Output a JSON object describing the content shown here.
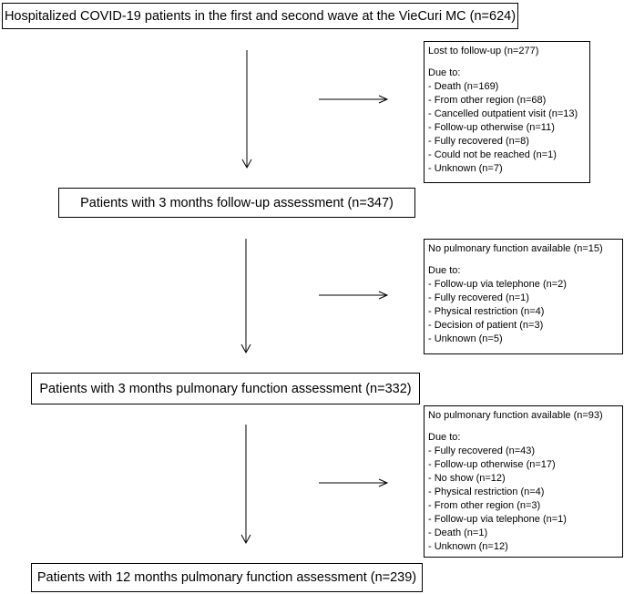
{
  "main_boxes": [
    {
      "text": "Hospitalized COVID-19 patients in the first and second wave at the VieCuri MC (n=624)"
    },
    {
      "text": "Patients with 3 months follow-up assessment (n=347)"
    },
    {
      "text": "Patients with 3 months pulmonary function assessment (n=332)"
    },
    {
      "text": "Patients with 12 months pulmonary function assessment (n=239)"
    }
  ],
  "side_boxes": [
    {
      "title": "Lost to follow-up (n=277)",
      "due_label": "Due to:",
      "items": [
        "- Death (n=169)",
        "- From other region (n=68)",
        "- Cancelled outpatient visit (n=13)",
        "- Follow-up otherwise (n=11)",
        "- Fully recovered (n=8)",
        "- Could not be reached (n=1)",
        "- Unknown (n=7)"
      ]
    },
    {
      "title": "No pulmonary function available (n=15)",
      "due_label": "Due to:",
      "items": [
        "- Follow-up via telephone (n=2)",
        "- Fully recovered (n=1)",
        "- Physical restriction (n=4)",
        "- Decision of patient (n=3)",
        "- Unknown (n=5)"
      ]
    },
    {
      "title": "No pulmonary function available (n=93)",
      "due_label": "Due to:",
      "items": [
        "- Fully recovered (n=43)",
        "- Follow-up otherwise (n=17)",
        "- No show (n=12)",
        "- Physical restriction (n=4)",
        "- From other region (n=3)",
        "- Follow-up via telephone (n=1)",
        "- Death (n=1)",
        "- Unknown (n=12)"
      ]
    }
  ]
}
